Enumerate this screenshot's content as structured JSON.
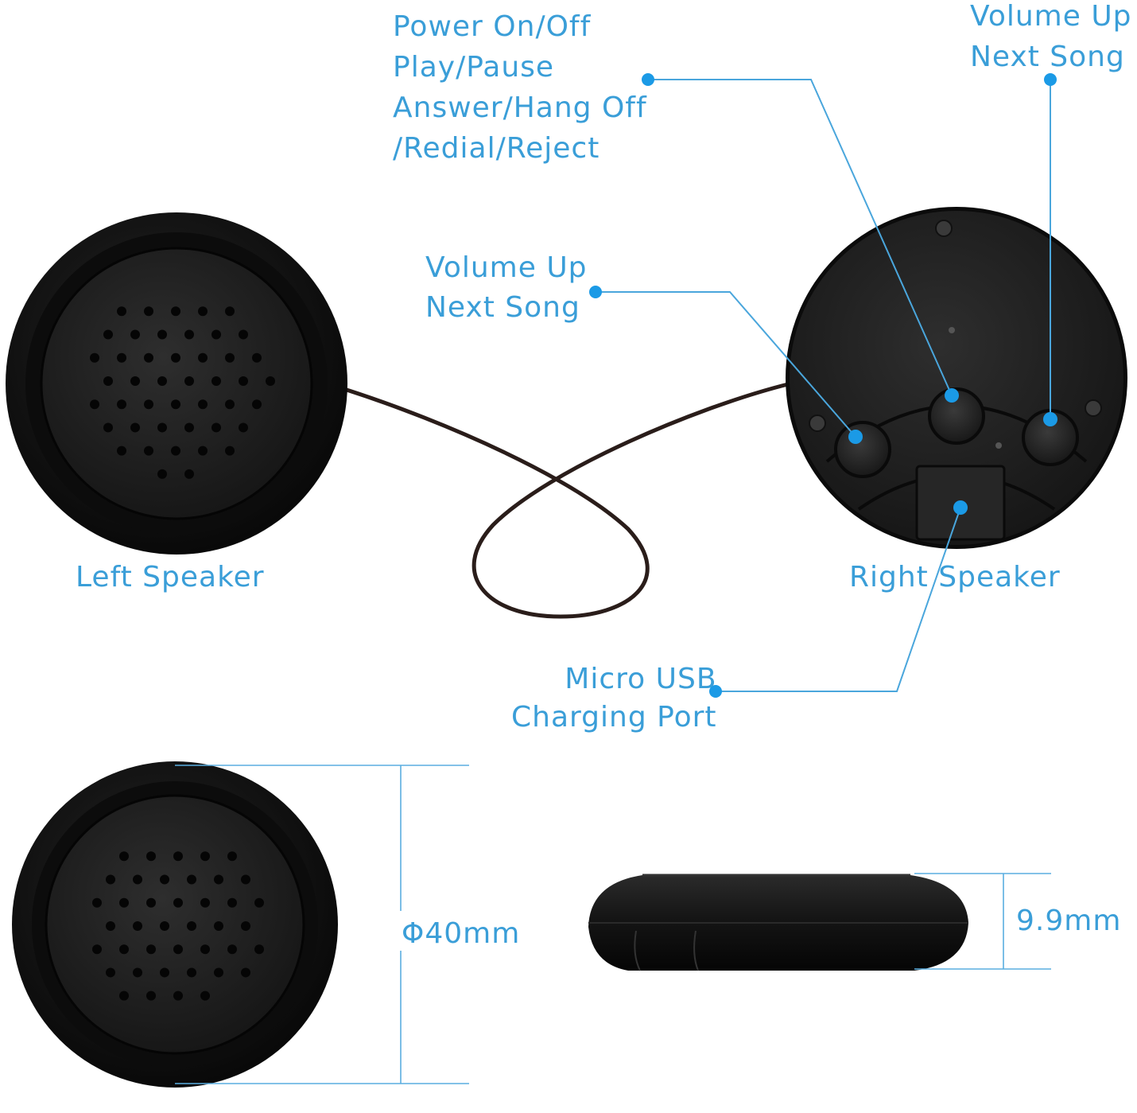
{
  "labels": {
    "power": [
      "Power On/Off",
      "Play/Pause",
      "Answer/Hang Off",
      "/Redial/Reject"
    ],
    "volume_top_right": [
      "Volume Up",
      "Next Song"
    ],
    "volume_middle": [
      "Volume Up",
      "Next Song"
    ],
    "left_speaker": "Left Speaker",
    "right_speaker": "Right Speaker",
    "micro_usb": [
      "Micro USB",
      "Charging Port"
    ],
    "diameter": "Φ40mm",
    "thickness": "9.9mm"
  },
  "colors": {
    "accent": "#3a9ed8",
    "dot": "#1b9ae6",
    "speaker_body": "#111111",
    "speaker_face": "#1e1e1e",
    "cable": "#2a1d1a"
  }
}
